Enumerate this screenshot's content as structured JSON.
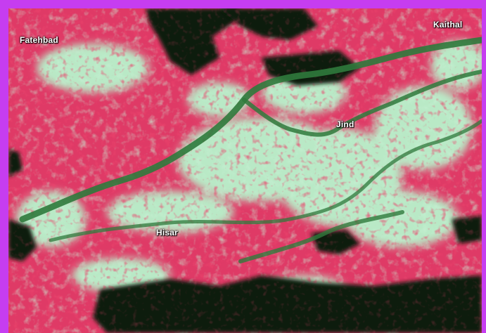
{
  "map": {
    "labels": {
      "fatehabad": "Fatehbad",
      "kaithal": "Kaithal",
      "jind": "Jind",
      "hisar": "Hisar"
    },
    "colors": {
      "frame": "#c63df0",
      "vegetation": "#e0305a",
      "bare_soil": "#b7e8c3",
      "water_dark": "#0f1a0f",
      "river": "#2f7a3c"
    }
  }
}
